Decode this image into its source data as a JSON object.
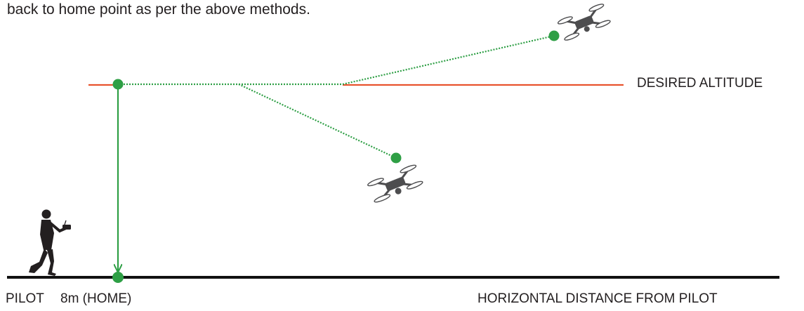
{
  "intro_text": "back to home point as per the above methods.",
  "labels": {
    "desired_altitude": "DESIRED ALTITUDE",
    "pilot": "PILOT",
    "home": "8m (HOME)",
    "horizontal_distance": "HORIZONTAL DISTANCE FROM PILOT"
  },
  "colors": {
    "altitude_line": "#e8532e",
    "path_green": "#2e9f45",
    "ground": "#111111"
  },
  "icons": [
    "pilot-silhouette-icon",
    "drone-icon"
  ]
}
